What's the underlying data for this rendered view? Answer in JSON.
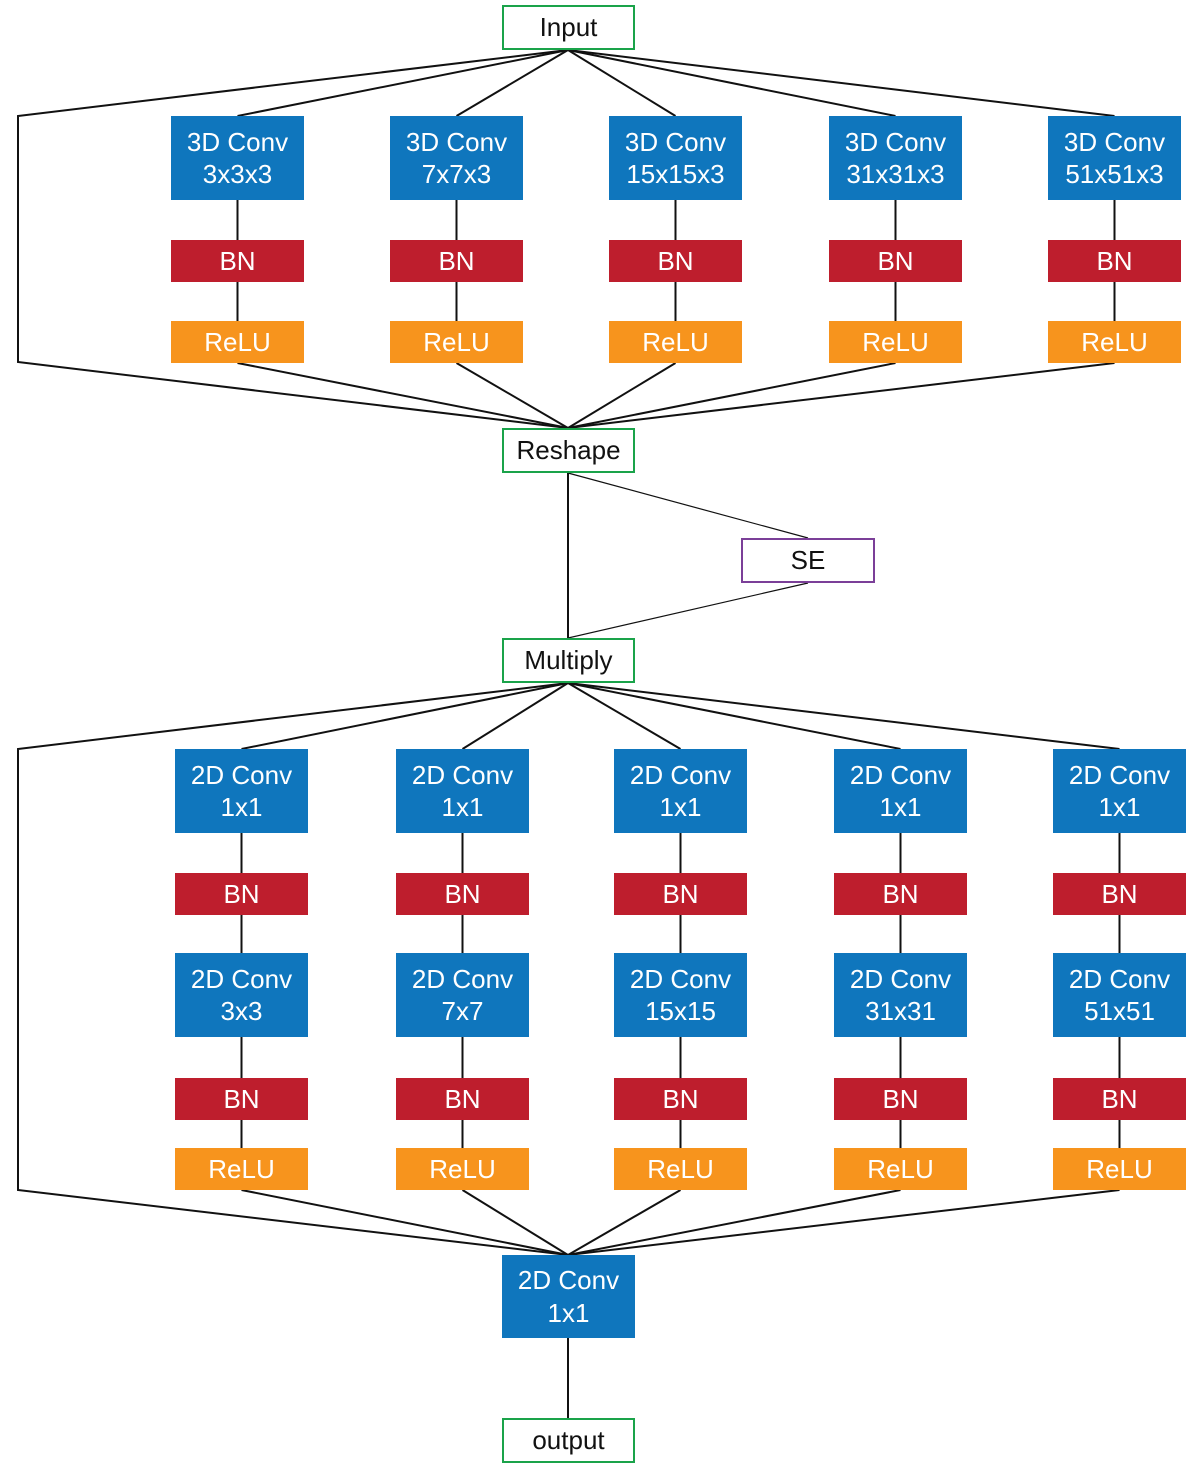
{
  "colors": {
    "conv": "#0f76bd",
    "bn": "#be1e2d",
    "relu": "#f7941d",
    "io_border": "#1aa34a",
    "se_border": "#7b3f98",
    "line": "#111111"
  },
  "nodes": {
    "input": "Input",
    "reshape": "Reshape",
    "se": "SE",
    "multiply": "Multiply",
    "final_conv": "2D Conv\n1x1",
    "output": "output"
  },
  "branches_3d": [
    {
      "conv": "3D Conv\n3x3x3",
      "bn": "BN",
      "relu": "ReLU"
    },
    {
      "conv": "3D Conv\n7x7x3",
      "bn": "BN",
      "relu": "ReLU"
    },
    {
      "conv": "3D Conv\n15x15x3",
      "bn": "BN",
      "relu": "ReLU"
    },
    {
      "conv": "3D Conv\n31x31x3",
      "bn": "BN",
      "relu": "ReLU"
    },
    {
      "conv": "3D Conv\n51x51x3",
      "bn": "BN",
      "relu": "ReLU"
    }
  ],
  "branches_2d": [
    {
      "conv1": "2D Conv\n1x1",
      "bn1": "BN",
      "conv2": "2D Conv\n3x3",
      "bn2": "BN",
      "relu": "ReLU"
    },
    {
      "conv1": "2D Conv\n1x1",
      "bn1": "BN",
      "conv2": "2D Conv\n7x7",
      "bn2": "BN",
      "relu": "ReLU"
    },
    {
      "conv1": "2D Conv\n1x1",
      "bn1": "BN",
      "conv2": "2D Conv\n15x15",
      "bn2": "BN",
      "relu": "ReLU"
    },
    {
      "conv1": "2D Conv\n1x1",
      "bn1": "BN",
      "conv2": "2D Conv\n31x31",
      "bn2": "BN",
      "relu": "ReLU"
    },
    {
      "conv1": "2D Conv\n1x1",
      "bn1": "BN",
      "conv2": "2D Conv\n51x51",
      "bn2": "BN",
      "relu": "ReLU"
    }
  ]
}
